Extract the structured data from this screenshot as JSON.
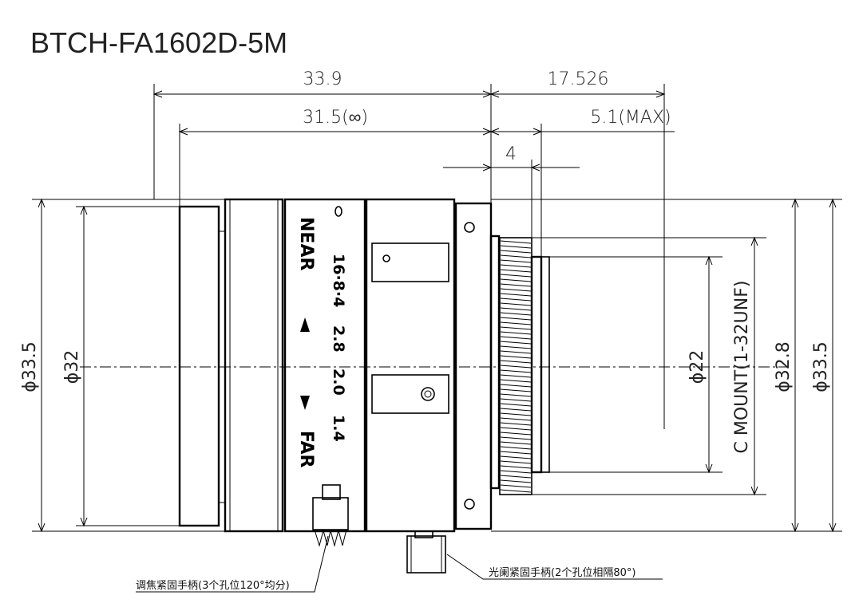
{
  "title": "BTCH-FA1602D-5M",
  "dimensions": {
    "overall_length": "33.9",
    "flange_to_front": "31.5(∞)",
    "back_focal": "17.526",
    "protrusion_max": "5.1(MAX)",
    "thread_length": "4",
    "dia_outer_left": "ϕ33.5",
    "dia_front": "ϕ32",
    "dia_rear": "ϕ22",
    "mount_thread": "C MOUNT(1-32UNF)",
    "dia_mount": "ϕ32.8",
    "dia_outer_right": "ϕ33.5"
  },
  "focus_ring": {
    "near_label": "NEAR",
    "far_label": "FAR"
  },
  "aperture_scale": {
    "top": "16·8·4",
    "values": [
      "2.8",
      "2.0",
      "1.4"
    ]
  },
  "annotations": {
    "focus_lock_screw": "调焦紧固手柄(3个孔位120°均分)",
    "iris_lock_screw": "光阑紧固手柄(2个孔位相隔80°)"
  }
}
